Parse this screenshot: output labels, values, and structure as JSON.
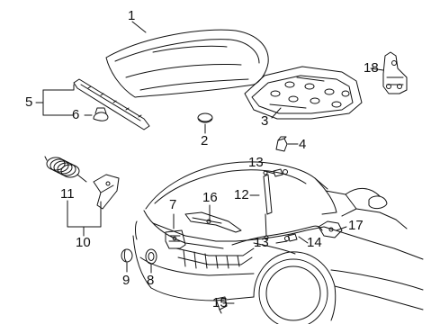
{
  "callouts": {
    "c1": "1",
    "c2": "2",
    "c3": "3",
    "c4": "4",
    "c5": "5",
    "c6": "6",
    "c7": "7",
    "c8": "8",
    "c9": "9",
    "c10": "10",
    "c11": "11",
    "c12": "12",
    "c13a": "13",
    "c13b": "13",
    "c14": "14",
    "c15": "15",
    "c16": "16",
    "c17": "17",
    "c18": "18"
  },
  "parts": {
    "p1": "hood-panel-icon",
    "p2": "hood-bumper-plug-icon",
    "p3": "hood-insulator-pad-icon",
    "p4": "retainer-clip-icon",
    "p5": "hood-seal-strip-icon",
    "p6": "seal-clip-icon",
    "p7": "hood-latch-icon",
    "p8": "front-marker-lamp-icon",
    "p9": "cap-plug-icon",
    "p11": "coiled-release-cable-icon",
    "p10": "release-handle-bracket-icon",
    "p12": "hood-lift-support-icon",
    "p13": "support-ball-stud-icon",
    "p14": "release-cable-icon",
    "p15": "grommet-clip-icon",
    "p16": "hood-hinge-icon",
    "p17": "hinge-bracket-icon",
    "p18": "hood-hinge-assembly-icon"
  },
  "colors": {
    "ink": "#111111",
    "background": "#ffffff"
  }
}
